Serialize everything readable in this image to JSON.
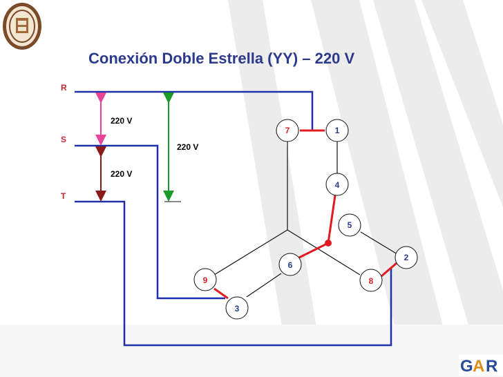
{
  "title": "Conexión Doble Estrella (YY) – 220 V",
  "phases": {
    "r": "R",
    "s": "S",
    "t": "T"
  },
  "voltages": {
    "rs": "220 V",
    "st": "220 V",
    "rt": "220 V"
  },
  "nodes": {
    "n1": "1",
    "n2": "2",
    "n3": "3",
    "n4": "4",
    "n5": "5",
    "n6": "6",
    "n7": "7",
    "n8": "8",
    "n9": "9"
  },
  "colors": {
    "title": "#2b3a8c",
    "phase_label": "#c0272d",
    "node_blue": "#2b3a8c",
    "node_red": "#d81f26",
    "wire_blue": "#1f2fa8",
    "bridge_red": "#e01b22",
    "arrow_pink": "#e8449a",
    "arrow_darkred": "#8b1a1a",
    "arrow_green": "#1a9a2a"
  },
  "logos": {
    "left": "university-seal",
    "right": "GAR"
  }
}
